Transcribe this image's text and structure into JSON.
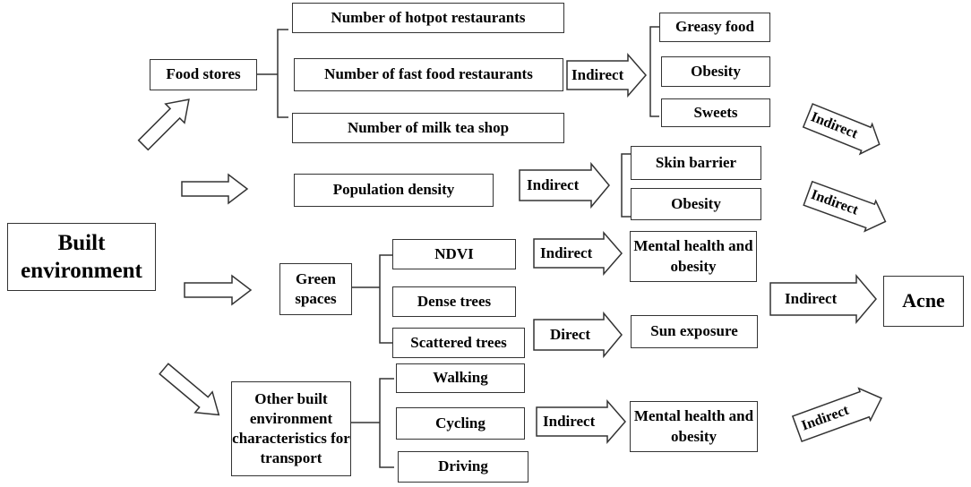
{
  "built_environment": "Built environment",
  "food_stores": {
    "label": "Food stores",
    "items": [
      "Number of hotpot restaurants",
      "Number of fast food restaurants",
      "Number of milk tea shop"
    ],
    "outcomes": [
      "Greasy food",
      "Obesity",
      "Sweets"
    ]
  },
  "population": {
    "label": "Population density",
    "outcomes": [
      "Skin barrier",
      "Obesity"
    ]
  },
  "green": {
    "label": "Green spaces",
    "items": [
      "NDVI",
      "Dense trees",
      "Scattered trees"
    ],
    "outcome_indirect": "Mental health and obesity",
    "outcome_direct": "Sun exposure"
  },
  "transport": {
    "label": "Other built environment characteristics for transport",
    "items": [
      "Walking",
      "Cycling",
      "Driving"
    ],
    "outcome": "Mental health and obesity"
  },
  "acne": "Acne",
  "labels": {
    "indirect": "Indirect",
    "direct": "Direct"
  }
}
